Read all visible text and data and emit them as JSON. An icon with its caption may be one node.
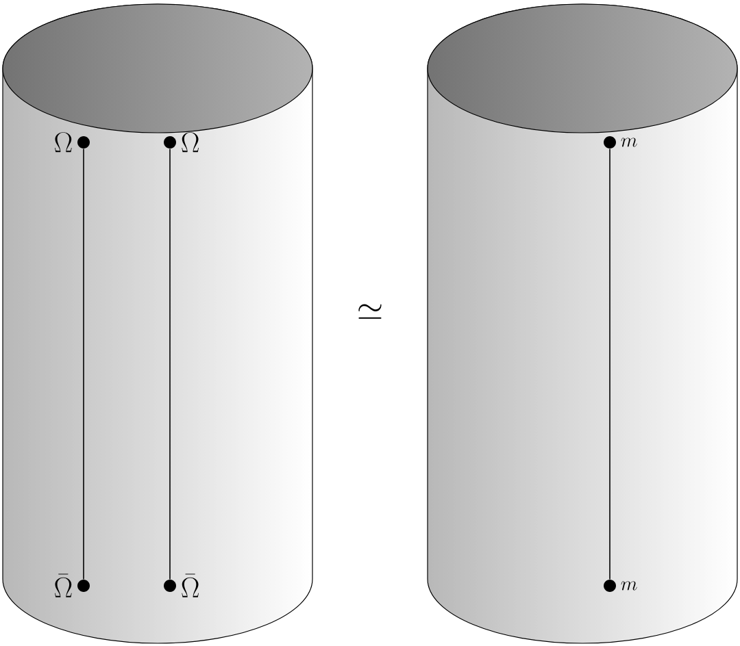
{
  "diagram": {
    "nodes": [
      {
        "text": [],
        "shape": "cylinder"
      },
      {
        "text": [
          "\\Omega"
        ],
        "in": 0
      },
      {
        "text": [
          "\\bar{\\Omega}"
        ],
        "in": 0
      },
      {
        "text": [
          "\\Omega"
        ],
        "in": 0
      },
      {
        "text": [
          "\\bar{\\Omega}"
        ],
        "in": 0
      },
      {
        "text": [],
        "shape": "cylinder"
      },
      {
        "text": [
          "m"
        ],
        "in": 5
      },
      {
        "text": [
          "m"
        ],
        "in": 5
      }
    ],
    "edges": [
      {
        "from": 1,
        "to": 2,
        "arrow": "none"
      },
      {
        "from": 3,
        "to": 4,
        "arrow": "none"
      },
      {
        "from": 6,
        "to": 7,
        "arrow": "none"
      }
    ],
    "labels": [
      "\\simeq"
    ]
  }
}
